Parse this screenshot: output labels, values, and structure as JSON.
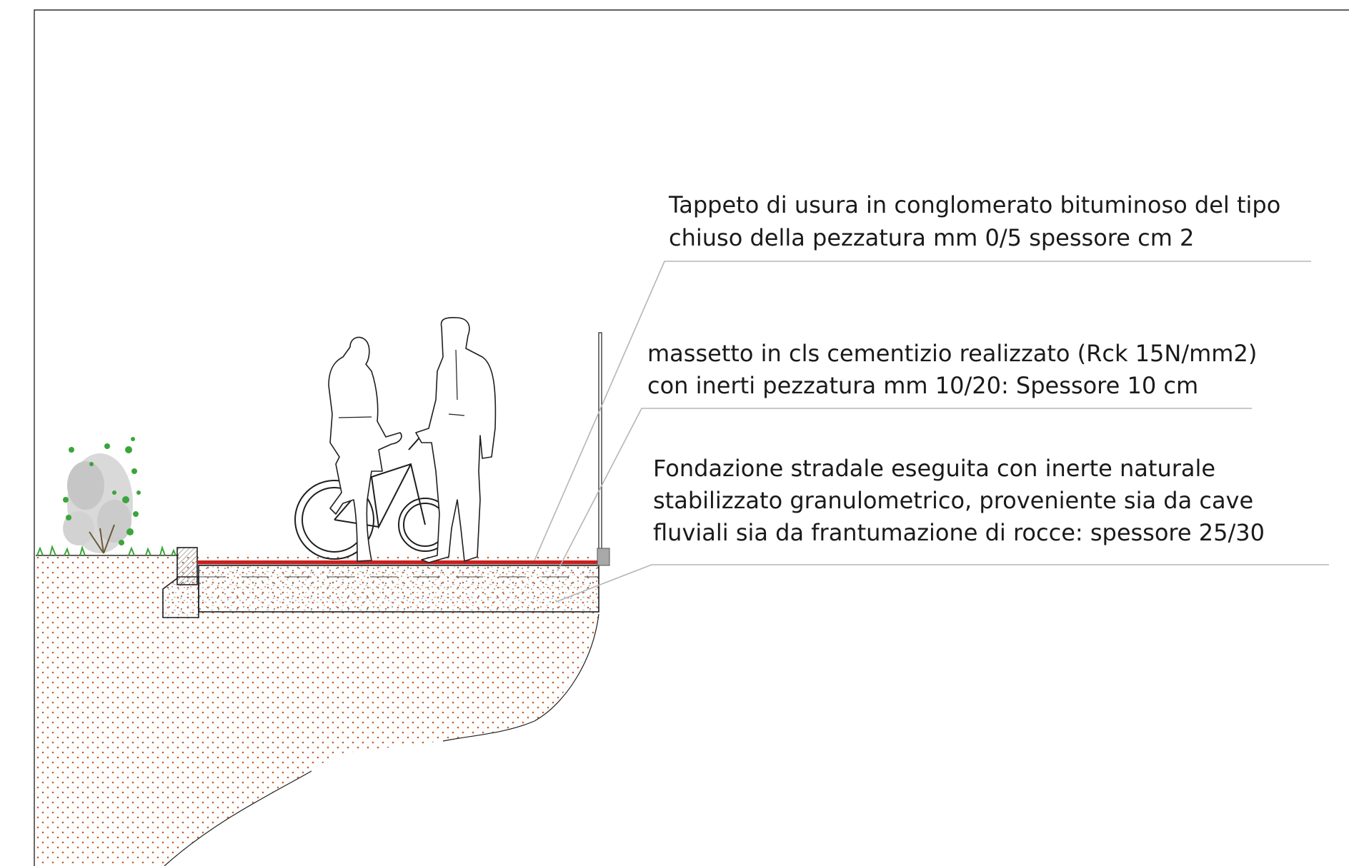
{
  "annotations": [
    {
      "id": "wearing-course",
      "lines": [
        "Tappeto di usura in conglomerato bituminoso del tipo",
        "chiuso della pezzatura mm 0/5 spessore cm 2"
      ]
    },
    {
      "id": "concrete-screed",
      "lines": [
        "massetto in cls cementizio realizzato (Rck 15N/mm2)",
        "con inerti pezzatura mm 10/20: Spessore 10 cm"
      ]
    },
    {
      "id": "road-foundation",
      "lines": [
        "Fondazione stradale eseguita con inerte naturale",
        "stabilizzato granulometrico, proveniente sia da cave",
        "fluviali  sia da frantumazione di rocce: spessore 25/30"
      ]
    }
  ],
  "colors": {
    "asphalt_layer": "#cc1f1f",
    "soil_dots": "#c4622d",
    "vegetation": "#3aa53a",
    "leader_lines": "#b5b5b5"
  }
}
